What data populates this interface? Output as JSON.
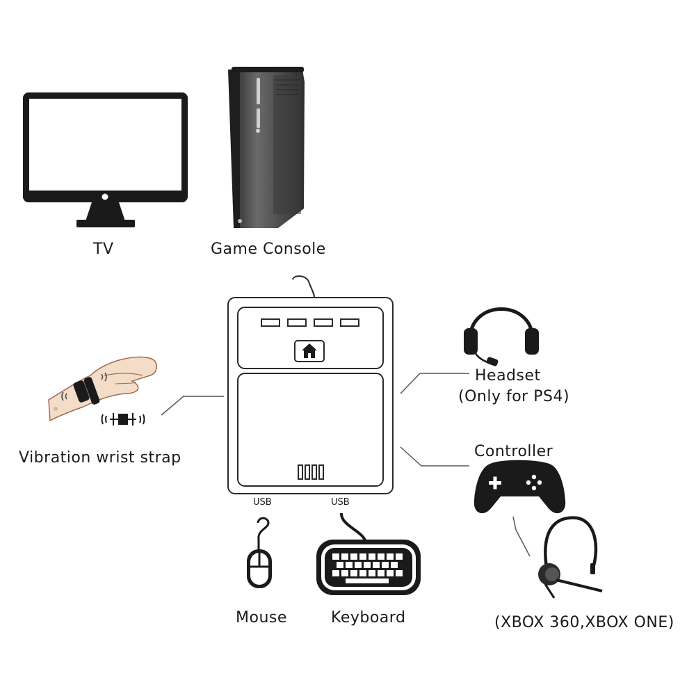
{
  "devices": {
    "tv": {
      "label": "TV"
    },
    "console": {
      "label": "Game Console"
    },
    "wrist_strap": {
      "label": "Vibration wrist strap"
    },
    "headset": {
      "label": "Headset",
      "note": "(Only for PS4)"
    },
    "controller": {
      "label": "Controller"
    },
    "xbox_headset": {
      "label": "(XBOX 360,XBOX ONE)"
    },
    "mouse": {
      "label": "Mouse",
      "port": "USB"
    },
    "keyboard": {
      "label": "Keyboard",
      "port": "USB"
    }
  },
  "colors": {
    "ink": "#1a1a1a",
    "console_body": "#4a4a4a",
    "skin": "#f3dcc8"
  },
  "icons": [
    "monitor-icon",
    "console-icon",
    "adapter-icon",
    "home-icon",
    "wrist-strap-icon",
    "headset-icon",
    "controller-icon",
    "xbox-headset-icon",
    "mouse-icon",
    "keyboard-icon"
  ]
}
